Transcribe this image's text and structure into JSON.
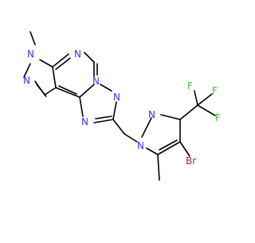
{
  "molecule": {
    "atom_labels": {
      "n_pyrazole_methyl": "N",
      "methyl_left": "methyl",
      "n_pyrimidine_top": "N",
      "n_pyrazole_left": "N",
      "n_pyrimidine_fused": "N",
      "n_triazole_top": "N",
      "n_triazole_bottom": "N",
      "n_pyrazole_right_1": "N",
      "n_pyrazole_right_2": "N",
      "f_top_left": "F",
      "f_top_right": "F",
      "f_right": "F",
      "br": "Br"
    },
    "colors": {
      "nitrogen": "#3333ff",
      "fluorine": "#33cc33",
      "bromine": "#a52a2a",
      "bond": "#000000"
    }
  }
}
